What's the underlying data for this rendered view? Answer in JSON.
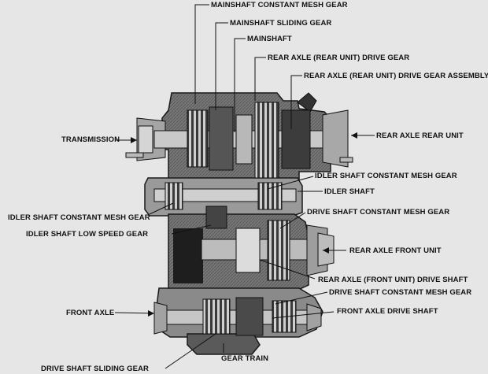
{
  "labels": {
    "mainshaft_constant_mesh_gear": "MAINSHAFT CONSTANT MESH GEAR",
    "mainshaft_sliding_gear": "MAINSHAFT SLIDING GEAR",
    "mainshaft": "MAINSHAFT",
    "rear_axle_drive_gear": "REAR AXLE (REAR UNIT) DRIVE GEAR",
    "rear_axle_drive_gear_assembly": "REAR AXLE (REAR UNIT) DRIVE GEAR ASSEMBLY",
    "transmission": "TRANSMISSION",
    "rear_axle_rear_unit": "REAR AXLE REAR UNIT",
    "idler_shaft_constant_mesh_gear_right": "IDLER SHAFT CONSTANT MESH GEAR",
    "idler_shaft": "IDLER SHAFT",
    "idler_shaft_constant_mesh_gear_left": "IDLER SHAFT CONSTANT MESH GEAR",
    "drive_shaft_constant_mesh_gear_upper": "DRIVE SHAFT CONSTANT MESH GEAR",
    "idler_shaft_low_speed_gear": "IDLER SHAFT LOW SPEED GEAR",
    "rear_axle_front_unit": "REAR AXLE FRONT UNIT",
    "rear_axle_front_unit_drive_shaft": "REAR AXLE (FRONT UNIT) DRIVE SHAFT",
    "drive_shaft_constant_mesh_gear_lower": "DRIVE SHAFT CONSTANT MESH GEAR",
    "front_axle": "FRONT AXLE",
    "front_axle_drive_shaft": "FRONT AXLE DRIVE SHAFT",
    "gear_train": "GEAR TRAIN",
    "drive_shaft_sliding_gear": "DRIVE SHAFT SLIDING GEAR"
  },
  "colors": {
    "background": "#e6e6e6",
    "housing": "#8a8a8a",
    "dark": "#2a2a2a",
    "shaft": "#bdbdbd",
    "line": "#111111"
  }
}
